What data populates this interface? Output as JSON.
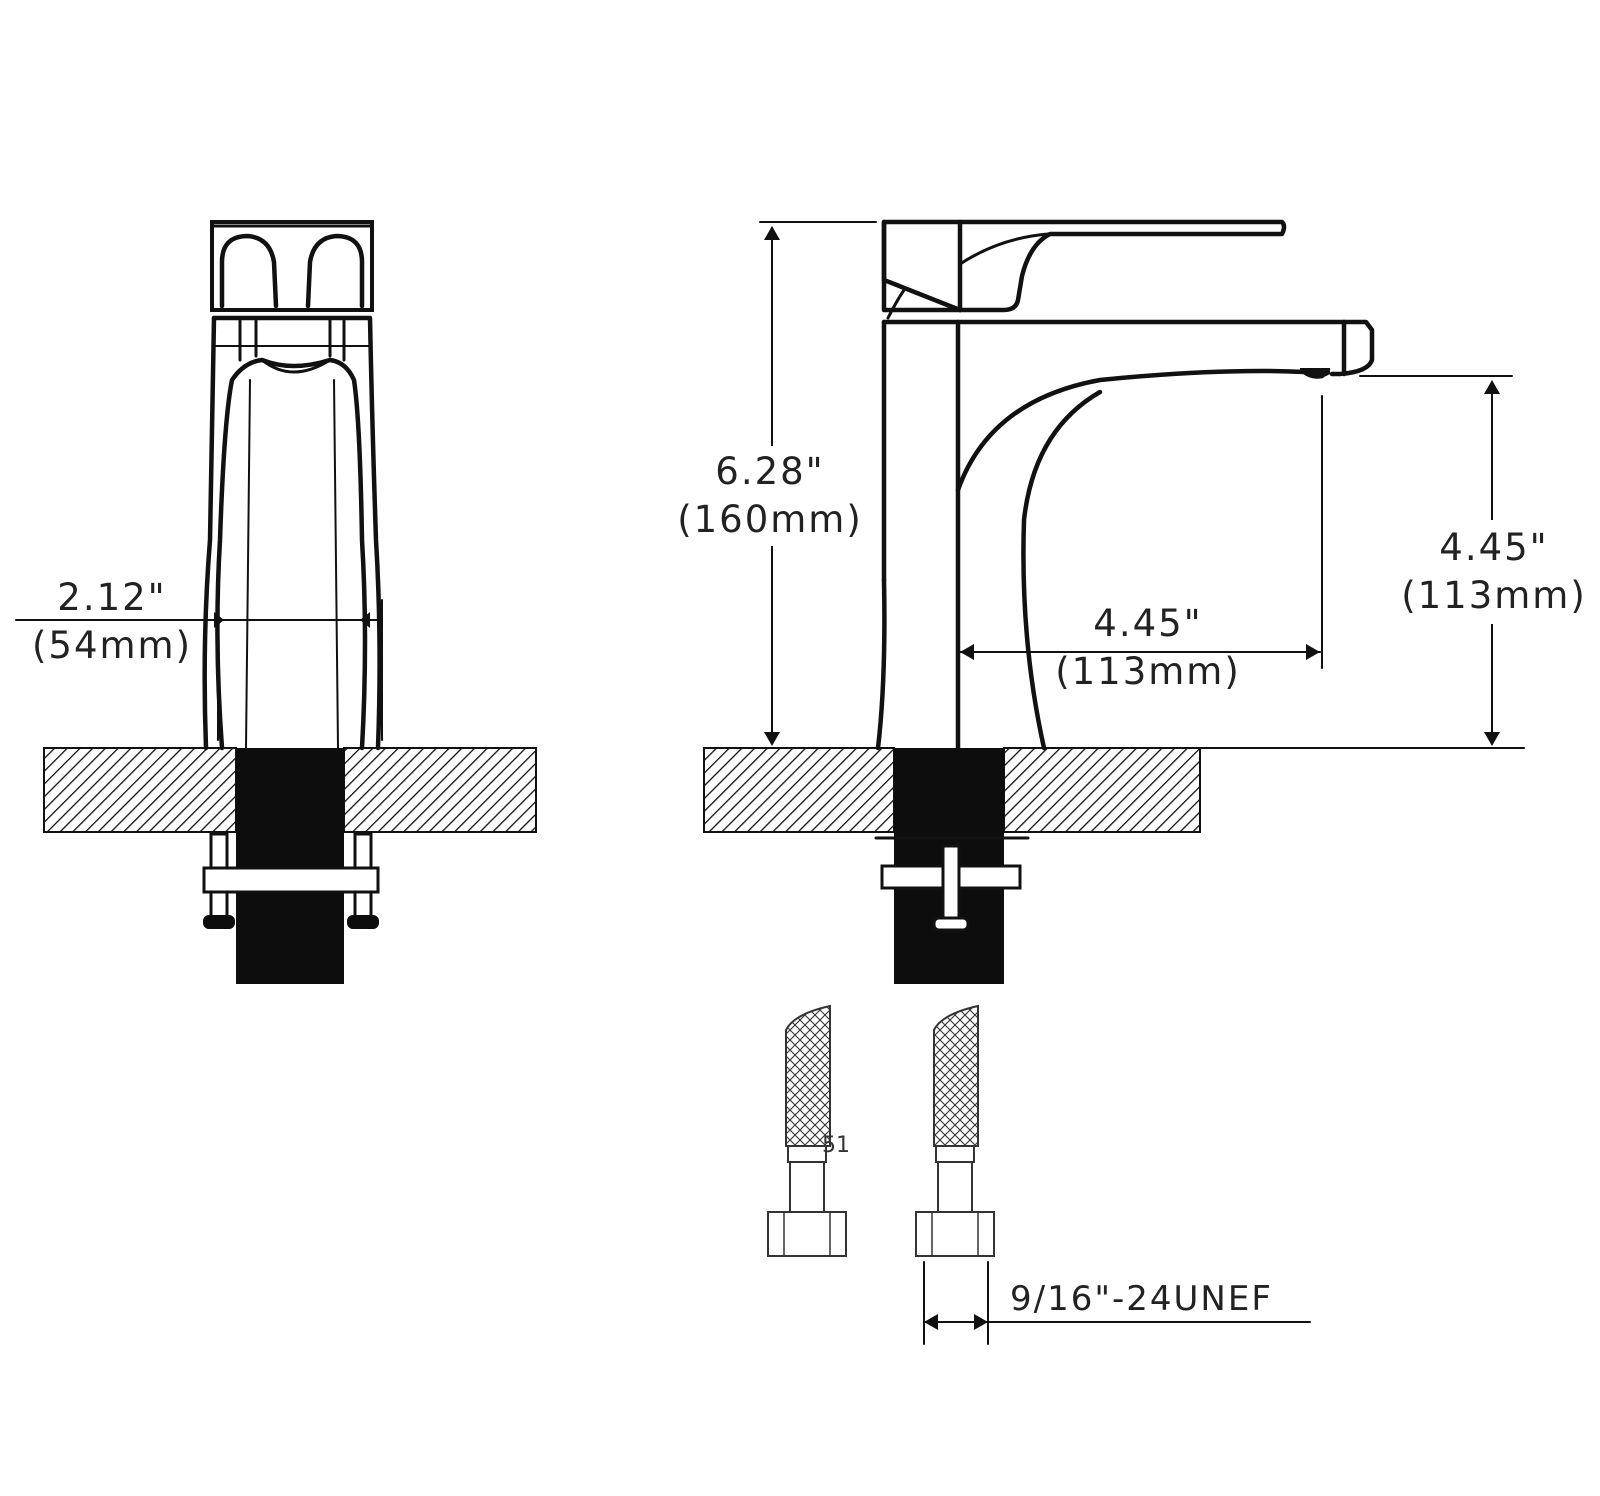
{
  "colors": {
    "ink": "#111111",
    "background": "#ffffff",
    "block": "#0d0d0d"
  },
  "dimensions": {
    "base_width": {
      "inch": "2.12\"",
      "mm": "(54mm)"
    },
    "total_height": {
      "inch": "6.28\"",
      "mm": "(160mm)"
    },
    "spout_reach": {
      "inch": "4.45\"",
      "mm": "(113mm)"
    },
    "spout_height": {
      "inch": "4.45\"",
      "mm": "(113mm)"
    },
    "thread": "9/16\"-24UNEF"
  },
  "hose_mark": "51"
}
